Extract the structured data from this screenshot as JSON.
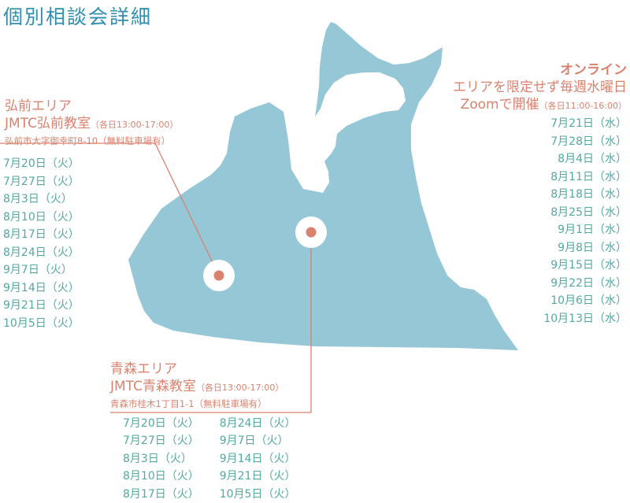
{
  "title": "個別相談会詳細",
  "colors": {
    "map": "#95c7d7",
    "accent": "#d9826e",
    "dates": "#52a9a2",
    "title": "#2f8fae"
  },
  "hirosaki": {
    "area": "弘前エリア",
    "classroom": "JMTC弘前教室",
    "hours": "（各日13:00-17:00）",
    "address": "弘前市大字御幸町8-10（無料駐車場有）",
    "dates": [
      "7月20日（火）",
      "7月27日（火）",
      "8月3日（火）",
      "8月10日（火）",
      "8月17日（火）",
      "8月24日（火）",
      "9月7日（火）",
      "9月14日（火）",
      "9月21日（火）",
      "10月5日（火）"
    ]
  },
  "aomori": {
    "area": "青森エリア",
    "classroom": "JMTC青森教室",
    "hours": "（各日13:00-17:00）",
    "address": "青森市桂木1丁目1-1（無料駐車場有）",
    "dates_left": [
      "7月20日（火）",
      "7月27日（火）",
      "8月3日（火）",
      "8月10日（火）",
      "8月17日（火）"
    ],
    "dates_right": [
      "8月24日（火）",
      "9月7日（火）",
      "9月14日（火）",
      "9月21日（火）",
      "10月5日（火）"
    ]
  },
  "online": {
    "title": "オンライン",
    "line1": "エリアを限定せず毎週水曜日",
    "line2": "Zoomで開催",
    "hours": "（各日11:00-16:00）",
    "dates": [
      "7月21日（水）",
      "7月28日（水）",
      "8月4日（水）",
      "8月11日（水）",
      "8月18日（水）",
      "8月25日（水）",
      "9月1日（水）",
      "9月8日（水）",
      "9月15日（水）",
      "9月22日（水）",
      "10月6日（水）",
      "10月13日（水）"
    ]
  }
}
